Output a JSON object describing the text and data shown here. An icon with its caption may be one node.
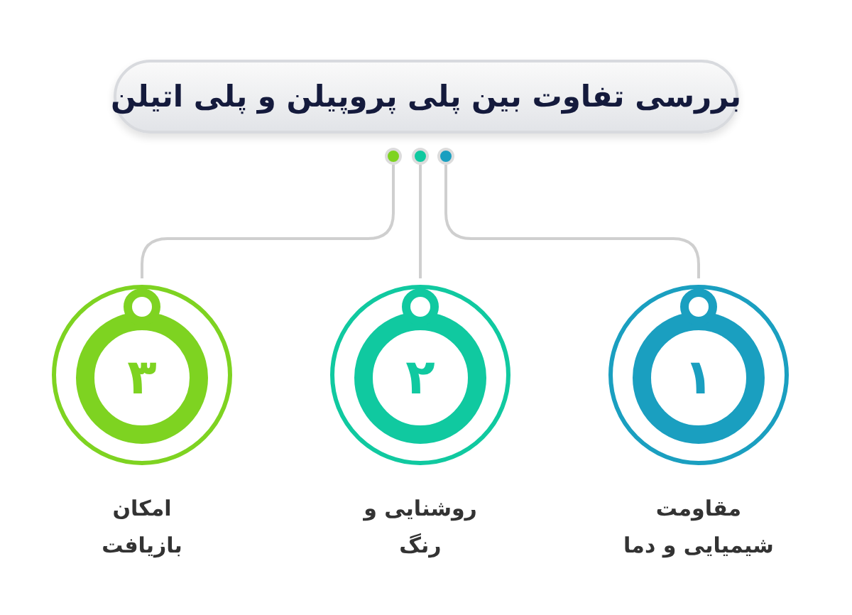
{
  "diagram": {
    "title": "بررسی تفاوت بین پلی پروپیلن و پلی اتیلن",
    "nodes": [
      {
        "text": [],
        "shape": "circle"
      },
      {
        "text": [],
        "shape": "circle"
      },
      {
        "text": [],
        "shape": "circle"
      },
      {
        "text": [
          "۱"
        ],
        "beside": [
          "مقاومت شیمیایی و دما"
        ]
      },
      {
        "text": [
          "۲"
        ],
        "beside": [
          "روشنایی و رنگ"
        ]
      },
      {
        "text": [
          "۳"
        ],
        "beside": [
          "امکان بازیافت"
        ]
      }
    ],
    "edges": [
      {
        "from": 2,
        "to": 3,
        "arrow": "none"
      },
      {
        "from": 1,
        "to": 4,
        "arrow": "none"
      },
      {
        "from": 0,
        "to": 5,
        "arrow": "none"
      }
    ]
  }
}
